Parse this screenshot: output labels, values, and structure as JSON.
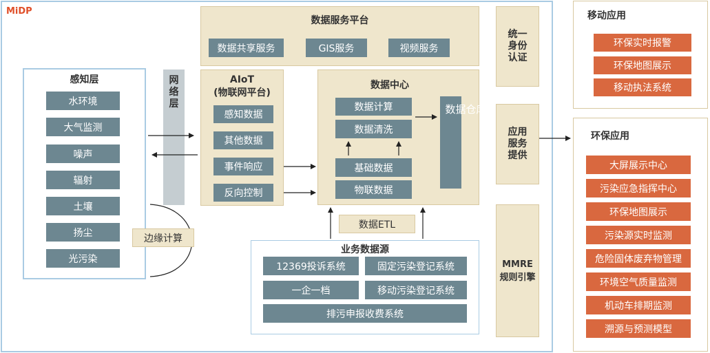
{
  "brand": "MiDP",
  "perception": {
    "title": "感知层",
    "items": [
      "水环境",
      "大气监测",
      "噪声",
      "辐射",
      "土壤",
      "扬尘",
      "光污染"
    ]
  },
  "network": {
    "label": "网络层"
  },
  "edge_compute": {
    "label": "边缘计算"
  },
  "data_service": {
    "title": "数据服务平台",
    "items": [
      "数据共享服务",
      "GIS服务",
      "视频服务"
    ]
  },
  "aiot": {
    "title": "AIoT",
    "subtitle": "(物联网平台)",
    "items": [
      "感知数据",
      "其他数据",
      "事件响应",
      "反向控制"
    ]
  },
  "data_center": {
    "title": "数据中心",
    "items": [
      "数据计算",
      "数据清洗",
      "基础数据",
      "物联数据"
    ],
    "warehouse": "数据仓库"
  },
  "etl": {
    "label": "数据ETL"
  },
  "business": {
    "title": "业务数据源",
    "items": [
      "12369投诉系统",
      "固定污染登记系统",
      "一企一档",
      "移动污染登记系统",
      "排污申报收费系统"
    ]
  },
  "identity": {
    "label": "统一身份认证"
  },
  "app_service": {
    "label": "应用服务提供"
  },
  "rules": {
    "label_line1": "MMRE",
    "label_line2": "规则引擎"
  },
  "mobile_apps": {
    "title": "移动应用",
    "items": [
      "环保实时报警",
      "环保地图展示",
      "移动执法系统"
    ]
  },
  "env_apps": {
    "title": "环保应用",
    "items": [
      "大屏展示中心",
      "污染应急指挥中心",
      "环保地图展示",
      "污染源实时监测",
      "危险固体废弃物管理",
      "环境空气质量监测",
      "机动车排期监测",
      "溯源与预测模型"
    ]
  },
  "colors": {
    "slate": "#6d8791",
    "orange": "#d9683f",
    "beige": "#efe6cc",
    "frame_blue": "#a9cbe3",
    "brand_red": "#e0502a"
  }
}
